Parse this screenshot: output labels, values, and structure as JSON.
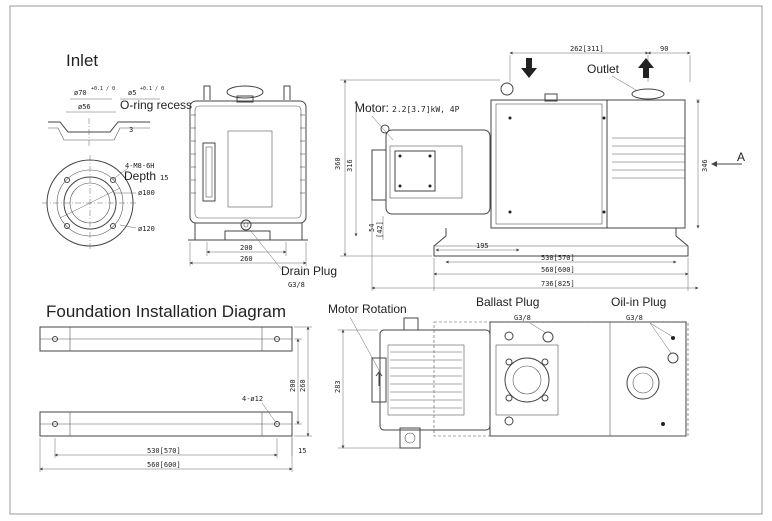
{
  "titles": {
    "inlet": "Inlet",
    "foundation": "Foundation Installation Diagram"
  },
  "inlet_detail": {
    "dia70": "ø70",
    "dia70_tol": "+0.1 / 0",
    "dia5": "ø5",
    "dia5_tol": "+0.1 / 0",
    "dia56": "ø56",
    "oring": "O-ring recess",
    "depth3": "3",
    "thread": "4-M8-6H",
    "depth_label": "Depth",
    "depth_value": "15",
    "dia100": "ø100",
    "dia120": "ø120"
  },
  "front_view": {
    "dim_200": "200",
    "dim_260": "260",
    "drain_plug": "Drain Plug",
    "drain_thread": "G3/8"
  },
  "side_view": {
    "dim_262": "262[311]",
    "dim_90": "90",
    "outlet": "Outlet",
    "motor_label": "Motor:",
    "motor_spec": "2.2[3.7]kW, 4P",
    "dim_360": "360",
    "dim_316": "316",
    "dim_346": "346",
    "arrow_a": "A",
    "dim_54": "54",
    "dim_42": "[42]",
    "dim_195": "195",
    "dim_530": "530[570]",
    "dim_560": "560[600]",
    "dim_736": "736[825]"
  },
  "foundation": {
    "dim_200": "200",
    "dim_260": "260",
    "holes": "4-ø12",
    "dim_15": "15",
    "dim_530": "530[570]",
    "dim_560": "560[600]"
  },
  "top_view": {
    "motor_rotation": "Motor Rotation",
    "ballast_plug": "Ballast Plug",
    "ballast_thread": "G3/8",
    "oil_plug": "Oil-in Plug",
    "oil_thread": "G3/8",
    "dim_283": "283"
  }
}
